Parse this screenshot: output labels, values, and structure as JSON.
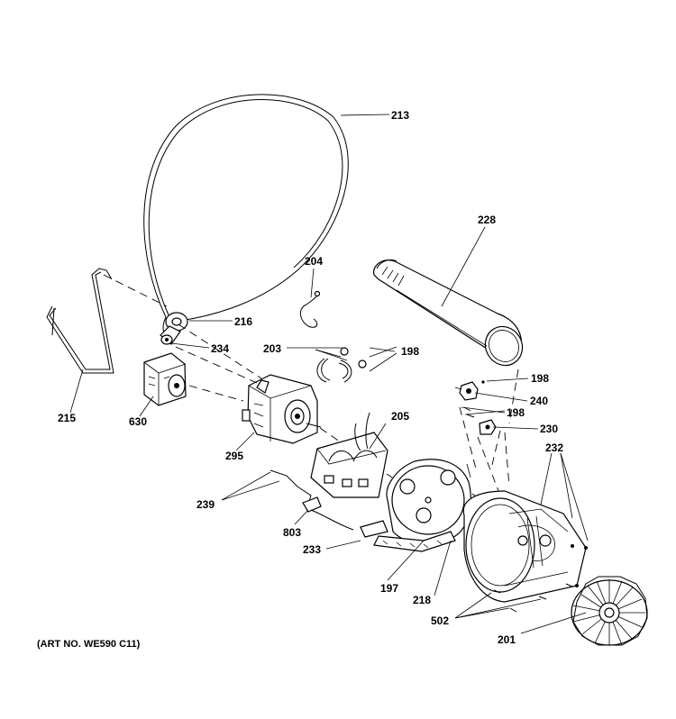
{
  "diagram": {
    "art_number": "(ART NO. WE590 C11)",
    "callouts": [
      {
        "id": "213",
        "label": "213"
      },
      {
        "id": "228",
        "label": "228"
      },
      {
        "id": "204",
        "label": "204"
      },
      {
        "id": "216",
        "label": "216"
      },
      {
        "id": "234",
        "label": "234"
      },
      {
        "id": "203",
        "label": "203"
      },
      {
        "id": "198a",
        "label": "198"
      },
      {
        "id": "198b",
        "label": "198"
      },
      {
        "id": "240",
        "label": "240"
      },
      {
        "id": "198c",
        "label": "198"
      },
      {
        "id": "230",
        "label": "230"
      },
      {
        "id": "215",
        "label": "215"
      },
      {
        "id": "630",
        "label": "630"
      },
      {
        "id": "295",
        "label": "295"
      },
      {
        "id": "205",
        "label": "205"
      },
      {
        "id": "232",
        "label": "232"
      },
      {
        "id": "239",
        "label": "239"
      },
      {
        "id": "803",
        "label": "803"
      },
      {
        "id": "233",
        "label": "233"
      },
      {
        "id": "197",
        "label": "197"
      },
      {
        "id": "218",
        "label": "218"
      },
      {
        "id": "502",
        "label": "502"
      },
      {
        "id": "201",
        "label": "201"
      }
    ]
  }
}
